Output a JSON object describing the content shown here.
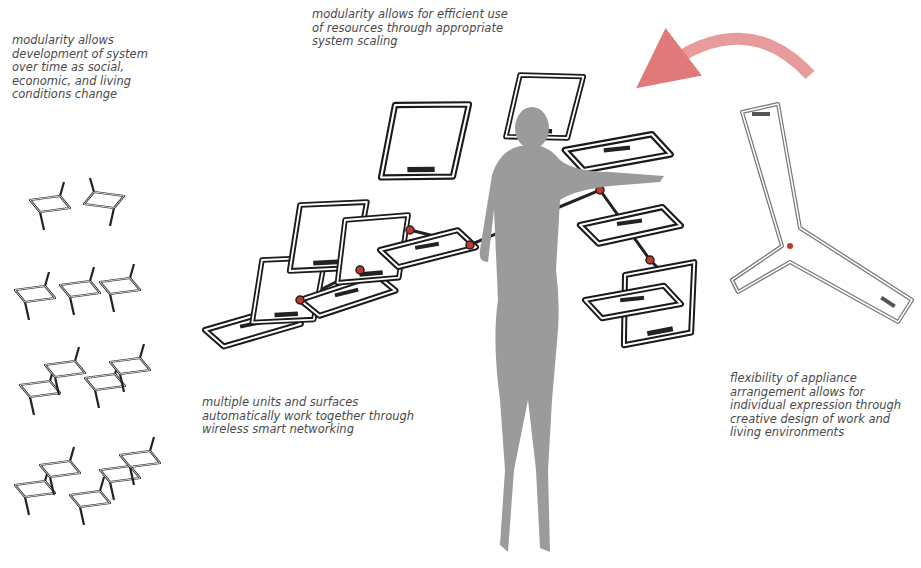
{
  "diagram": {
    "labels": [
      "modularity allows development of system over time as social, economic, and living conditions change",
      "modularity allows for efficient use of resources through appropriate system scaling",
      "multiple units and surfaces automatically work together through wireless smart networking",
      "flexibility of appliance arrangement allows for individual expression through creative design of work and living environments"
    ]
  }
}
